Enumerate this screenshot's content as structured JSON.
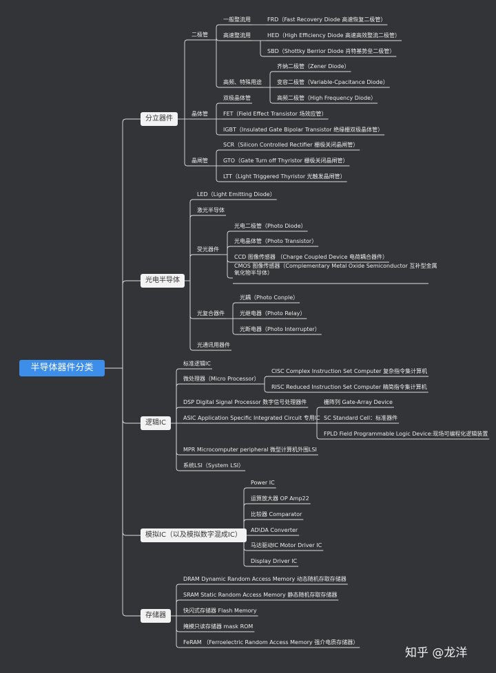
{
  "root": "半导体器件分类",
  "watermark": "知乎 @龙洋",
  "branches": [
    {
      "label": "分立器件",
      "children": [
        {
          "label": "二极管",
          "children": [
            {
              "label": "一般整流用",
              "children": [
                {
                  "label": "FRD（Fast Recovery Diode 高速恢复二极管）"
                }
              ]
            },
            {
              "label": "高速整流用",
              "children": [
                {
                  "label": "HED（High Efficiency Diode 高速高效整流二极管）"
                },
                {
                  "label": "SBD（Shottky Berrior Diode 肖特基势垒二极管）"
                }
              ]
            },
            {
              "label": "高频、特殊用途",
              "children": [
                {
                  "label": "齐纳二极管（Zener Diode）"
                },
                {
                  "label": "变容二极管（Variable-Cpacitance Diode）"
                },
                {
                  "label": "高频二极管（High Frequency Diode）"
                }
              ]
            }
          ]
        },
        {
          "label": "晶体管",
          "children": [
            {
              "label": "双极晶体管"
            },
            {
              "label": "FET（Field Effect Transistor 场效应管）"
            },
            {
              "label": "IGBT（Insulated Gate Bipolar Transistor 绝缘栅双极晶体管）"
            }
          ]
        },
        {
          "label": "晶闸管",
          "children": [
            {
              "label": "SCR（Silicon Controlled Rectifier 栅极关闭晶闸管）"
            },
            {
              "label": "GTO（Gate Turn off Thyristor 栅极关闭晶闸管）"
            },
            {
              "label": "LTT（Light Triggered Thyristor 光触发晶闸管）"
            }
          ]
        }
      ]
    },
    {
      "label": "光电半导体",
      "children": [
        {
          "label": "LED（Light Emitting Diode）"
        },
        {
          "label": "激光半导体"
        },
        {
          "label": "受光器件",
          "children": [
            {
              "label": "光电二极管（Photo Diode）"
            },
            {
              "label": "光电晶体管（Photo Transistor）"
            },
            {
              "label": "CCD 图像传感器 （Charge Coupled Device 电荷耦合器件）"
            },
            {
              "label": "CMOS 图像传感器（Complementary Metal Oxide Semiconductor 互补型金属氧化物半导体）"
            }
          ]
        },
        {
          "label": "光复合器件",
          "children": [
            {
              "label": "光耦（Photo Conple）"
            },
            {
              "label": "光继电器（Photo Relay）"
            },
            {
              "label": "光断电器（Photo Interrupter）"
            }
          ]
        },
        {
          "label": "光通讯用器件"
        }
      ]
    },
    {
      "label": "逻辑IC",
      "children": [
        {
          "label": "标准逻辑IC"
        },
        {
          "label": "微处理器（Micro Processor）",
          "children": [
            {
              "label": "CISC Complex Instruction Set Computer 复杂指令集计算机"
            },
            {
              "label": "RISC Reduced Instruction Set Computer 精简指令集计算机"
            }
          ]
        },
        {
          "label": "DSP  Digital Signal Processor 数字信号处理器件"
        },
        {
          "label": "ASIC Application Specific Integrated Circuit   专用IC",
          "children": [
            {
              "label": "栅阵列 Gate-Array Device"
            },
            {
              "label": "SC  Standard Cell：标准器件"
            },
            {
              "label": "FPLD Field Programmable Logic Device:现场可编程化逻辑装置"
            }
          ]
        },
        {
          "label": "MPR  Microcomputer peripheral   微型计算机外围LSI"
        },
        {
          "label": "系统LSI（System LSI）"
        }
      ]
    },
    {
      "label": "模拟IC（以及模拟数字混成IC）",
      "children": [
        {
          "label": "Power IC"
        },
        {
          "label": "运算放大器  OP Amp22"
        },
        {
          "label": "比较器 Comparator"
        },
        {
          "label": "AD\\DA Converter"
        },
        {
          "label": "马达驱动IC  Motor Driver IC"
        },
        {
          "label": "Display Driver IC"
        }
      ]
    },
    {
      "label": "存储器",
      "children": [
        {
          "label": "DRAM   Dynamic Random Access Memory  动态随机存取存储器"
        },
        {
          "label": "SRAM    Static Random Access Memory 静态随机存取存储器"
        },
        {
          "label": "快闪式存储器  Flash Memory"
        },
        {
          "label": "掩模只读存储器 mask ROM"
        },
        {
          "label": "FeRAM  （Ferroelectric Random Access Memory  强介电质存储器）"
        }
      ]
    }
  ]
}
